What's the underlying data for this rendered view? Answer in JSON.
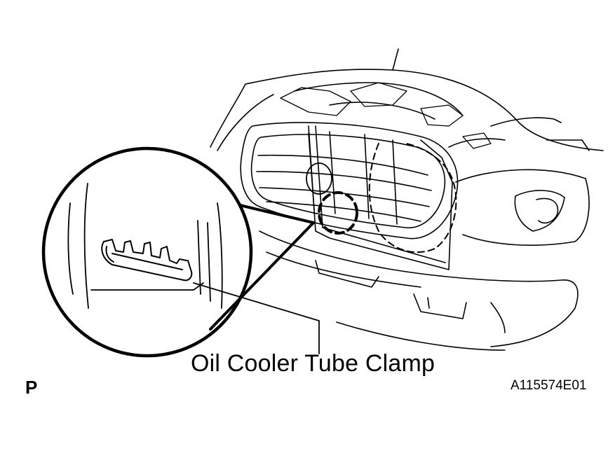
{
  "labels": {
    "callout": "Oil Cooler Tube Clamp",
    "view_letter": "P",
    "figure_id": "A115574E01"
  },
  "colors": {
    "line": "#000000",
    "background": "#ffffff"
  }
}
